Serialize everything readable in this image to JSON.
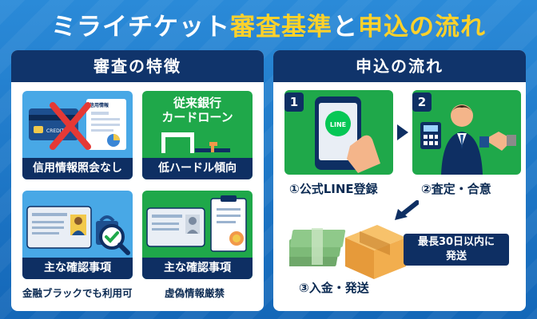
{
  "title": {
    "part1": "ミライチケット",
    "part2": "審査基準",
    "part3": "と",
    "part4": "申込の流れ"
  },
  "left_panel": {
    "heading": "審査の特徴",
    "cards": [
      {
        "caption": "信用情報照会なし",
        "card_label": "CREDIT",
        "doc_label": "信用情報"
      },
      {
        "caption": "低ハードル傾向",
        "line1": "従来銀行",
        "line2": "カードローン"
      },
      {
        "caption": "主な確認事項"
      },
      {
        "caption": "主な確認事項"
      }
    ],
    "notes": [
      "金融ブラックでも利用可",
      "虚偽情報厳禁"
    ]
  },
  "right_panel": {
    "heading": "申込の流れ",
    "steps": [
      {
        "number": "1",
        "label": "①公式LINE登録",
        "app_label": "LINE"
      },
      {
        "number": "2",
        "label": "②査定・合意"
      },
      {
        "label": "③入金・発送"
      }
    ],
    "callout_line1": "最長30日以内に",
    "callout_line2": "発送"
  },
  "colors": {
    "navy": "#0e2f63",
    "green": "#1fa84a",
    "light_blue": "#48a8e6",
    "accent_yellow": "#ffd12a"
  }
}
